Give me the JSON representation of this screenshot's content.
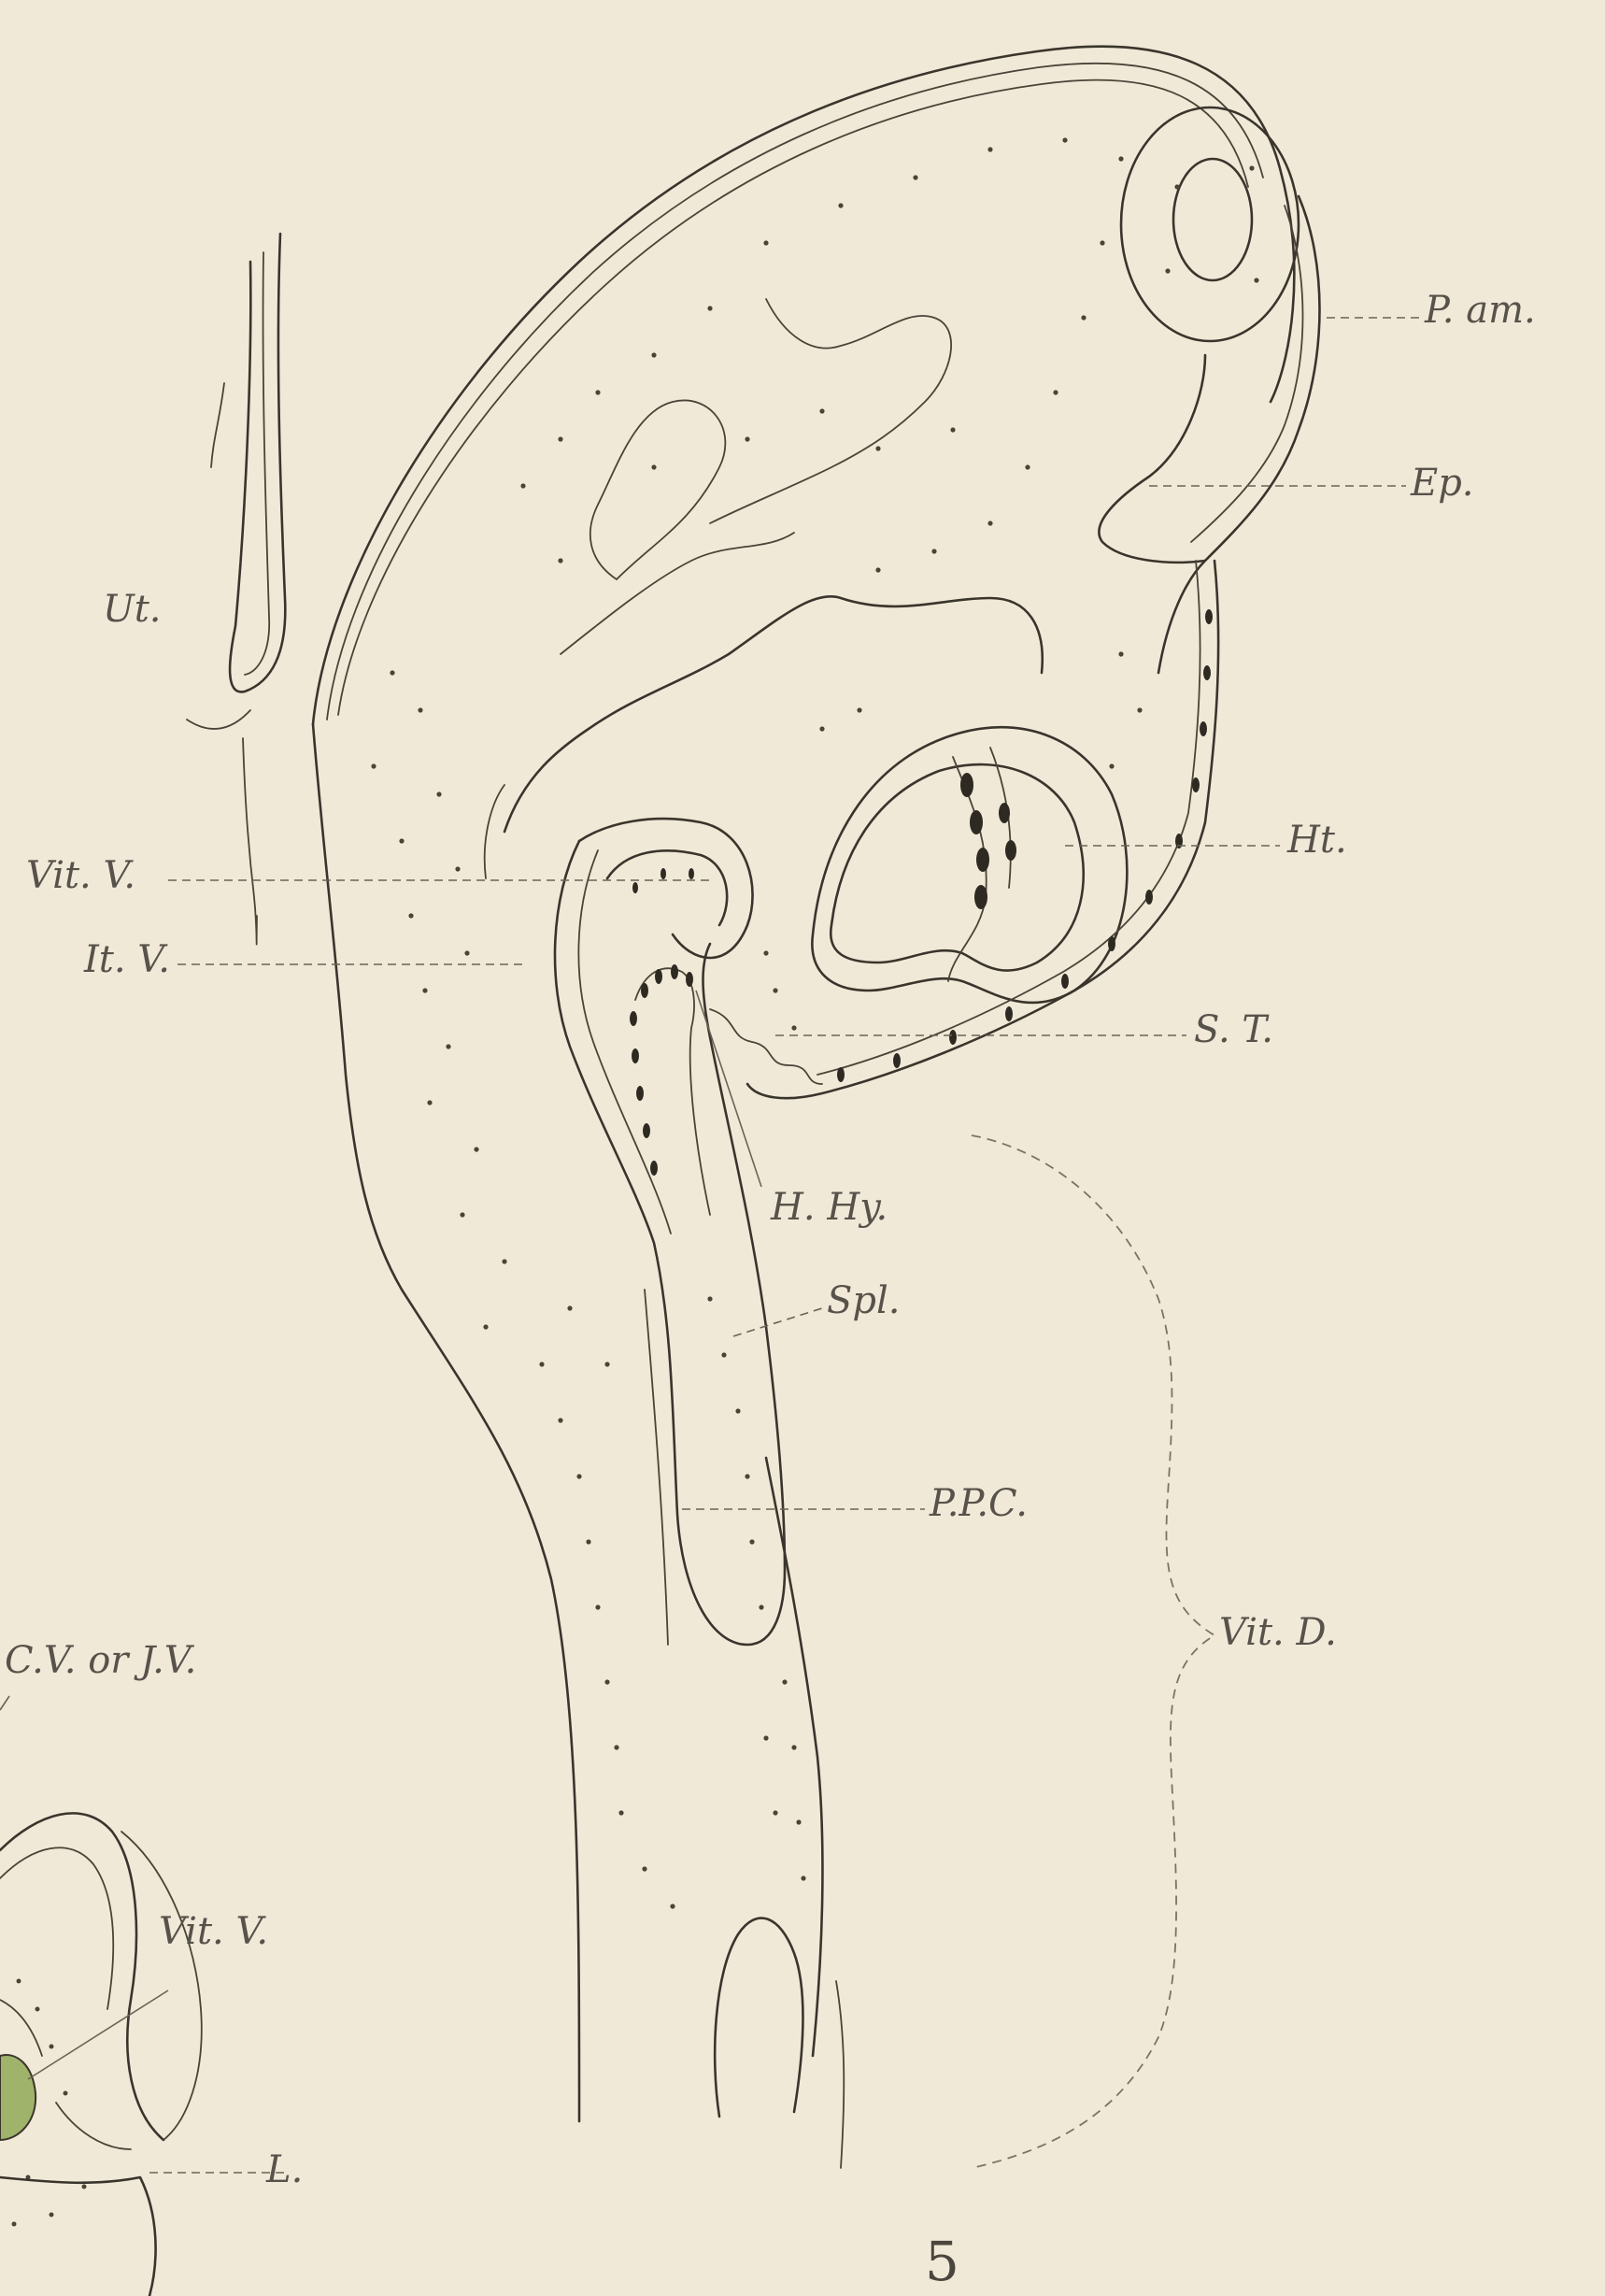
{
  "figure": {
    "number": "5",
    "labels": {
      "p_am": "P. am.",
      "ep": "Ep.",
      "ut": "Ut.",
      "ht": "Ht.",
      "vit_v_upper": "Vit. V.",
      "it_v": "It. V.",
      "s_t": "S. T.",
      "h_hy": "H. Hy.",
      "spl": "Spl.",
      "ppc": "P.P.C.",
      "vit_d": "Vit. D.",
      "cv_or_jv": "C.V. or J.V.",
      "vit_v_lower": "Vit. V.",
      "l": "L."
    }
  },
  "colors": {
    "paper": "#f1e9d8",
    "ink": "#3a352c",
    "label_ink": "#57524a",
    "liver_tint": "#9fb36a"
  }
}
